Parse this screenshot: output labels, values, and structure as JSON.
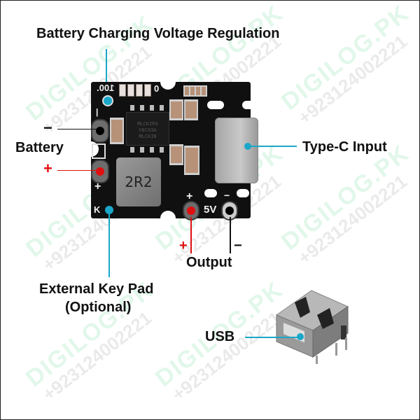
{
  "diagram": {
    "title": "Battery Charging Voltage Regulation",
    "labels": {
      "battery": "Battery",
      "battery_minus": "−",
      "battery_plus": "+",
      "type_c_input": "Type-C Input",
      "output": "Output",
      "output_plus": "+",
      "output_minus": "−",
      "external_key_pad_line1": "External Key Pad",
      "external_key_pad_line2": "(Optional)",
      "usb": "USB"
    },
    "pcb_markings": {
      "percent_100": "100.",
      "zero": "0",
      "inductor": "2R2",
      "output_voltage": "5V",
      "plus_top": "+",
      "plus_bottom": "+",
      "k_marker": "K",
      "minus_output": "−"
    },
    "colors": {
      "callout_blue": "#1aa7c9",
      "positive_red": "#e01010",
      "negative_black": "#111111",
      "pcb_black": "#101010"
    }
  },
  "watermark": {
    "brand": "DIGILOG.PK",
    "phone": "+923124002221"
  }
}
